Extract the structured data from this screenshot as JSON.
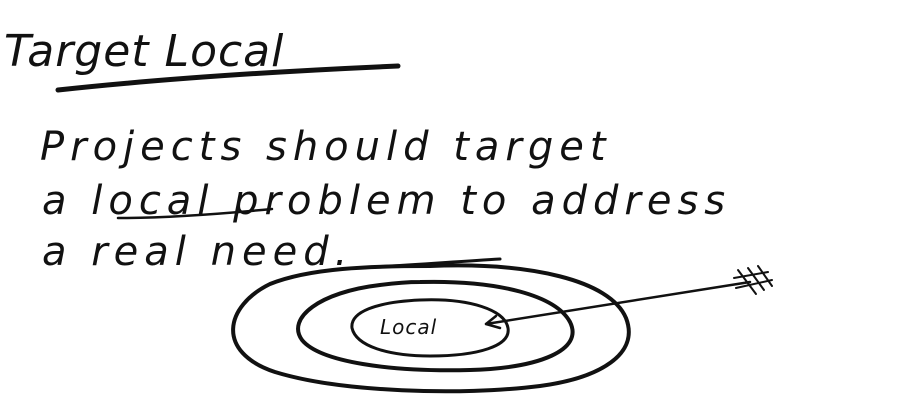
{
  "title": "Target Local",
  "body_lines": [
    "Projects should target",
    "a local problem to address",
    "a real need."
  ],
  "target_label": "Local",
  "ink_color": "#111111"
}
